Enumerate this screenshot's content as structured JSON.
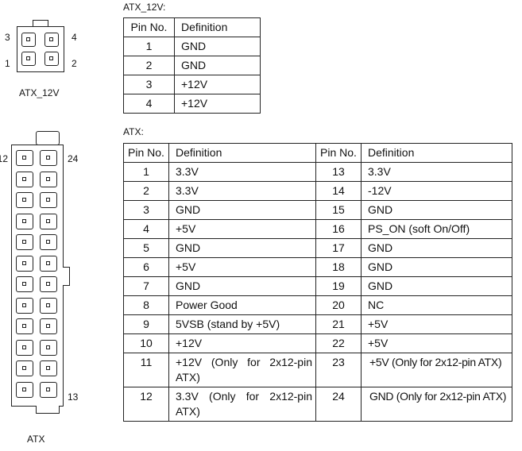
{
  "atx12v": {
    "caption": "ATX_12V:",
    "connector_label": "ATX_12V",
    "pin_labels": {
      "top_left": "3",
      "top_right": "4",
      "bottom_left": "1",
      "bottom_right": "2"
    },
    "headers": [
      "Pin No.",
      "Definition"
    ],
    "rows": [
      {
        "pin": "1",
        "def": "GND"
      },
      {
        "pin": "2",
        "def": "GND"
      },
      {
        "pin": "3",
        "def": "+12V"
      },
      {
        "pin": "4",
        "def": "+12V"
      }
    ]
  },
  "atx": {
    "caption": "ATX:",
    "connector_label": "ATX",
    "pin_labels": {
      "top_left": "12",
      "top_right": "24",
      "bottom_right": "13"
    },
    "headers": [
      "Pin No.",
      "Definition",
      "Pin No.",
      "Definition"
    ],
    "rows": [
      {
        "pin_a": "1",
        "def_a": "3.3V",
        "pin_b": "13",
        "def_b": "3.3V"
      },
      {
        "pin_a": "2",
        "def_a": "3.3V",
        "pin_b": "14",
        "def_b": "-12V"
      },
      {
        "pin_a": "3",
        "def_a": "GND",
        "pin_b": "15",
        "def_b": "GND"
      },
      {
        "pin_a": "4",
        "def_a": "+5V",
        "pin_b": "16",
        "def_b": "PS_ON (soft On/Off)"
      },
      {
        "pin_a": "5",
        "def_a": "GND",
        "pin_b": "17",
        "def_b": "GND"
      },
      {
        "pin_a": "6",
        "def_a": "+5V",
        "pin_b": "18",
        "def_b": "GND"
      },
      {
        "pin_a": "7",
        "def_a": "GND",
        "pin_b": "19",
        "def_b": "GND"
      },
      {
        "pin_a": "8",
        "def_a": "Power Good",
        "pin_b": "20",
        "def_b": "NC"
      },
      {
        "pin_a": "9",
        "def_a": "5VSB (stand by +5V)",
        "pin_b": "21",
        "def_b": "+5V"
      },
      {
        "pin_a": "10",
        "def_a": "+12V",
        "pin_b": "22",
        "def_b": "+5V"
      },
      {
        "pin_a": "11",
        "def_a": "+12V (Only for 2x12-pin ATX)",
        "pin_b": "23",
        "def_b": "+5V (Only for 2x12-pin ATX)"
      },
      {
        "pin_a": "12",
        "def_a": "3.3V (Only for 2x12-pin ATX)",
        "pin_b": "24",
        "def_b": "GND (Only for 2x12-pin ATX)"
      }
    ]
  }
}
